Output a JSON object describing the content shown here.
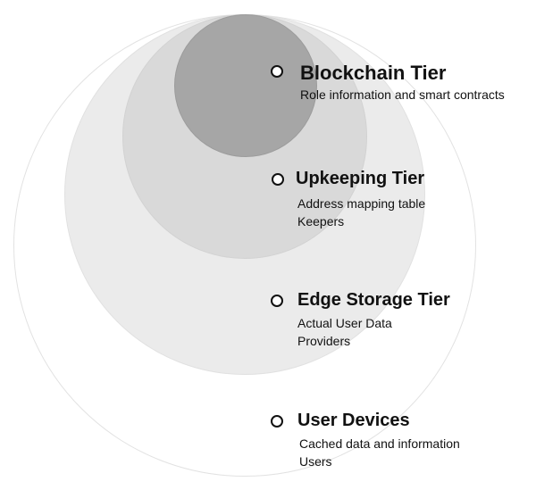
{
  "tiers": [
    {
      "title": "Blockchain Tier",
      "lines": [
        "Role information and smart contracts"
      ]
    },
    {
      "title": "Upkeeping Tier",
      "lines": [
        "Address mapping table",
        "Keepers"
      ]
    },
    {
      "title": "Edge Storage Tier",
      "lines": [
        "Actual User Data",
        "Providers"
      ]
    },
    {
      "title": "User Devices",
      "lines": [
        "Cached data and information",
        "Users"
      ]
    }
  ],
  "colors": {
    "blockchain_circle": "#a6a6a6",
    "upkeeping_circle": "#d9d9d9",
    "edge_storage_circle": "#ebebeb",
    "user_devices_circle": "#ffffff",
    "text": "#111111"
  }
}
